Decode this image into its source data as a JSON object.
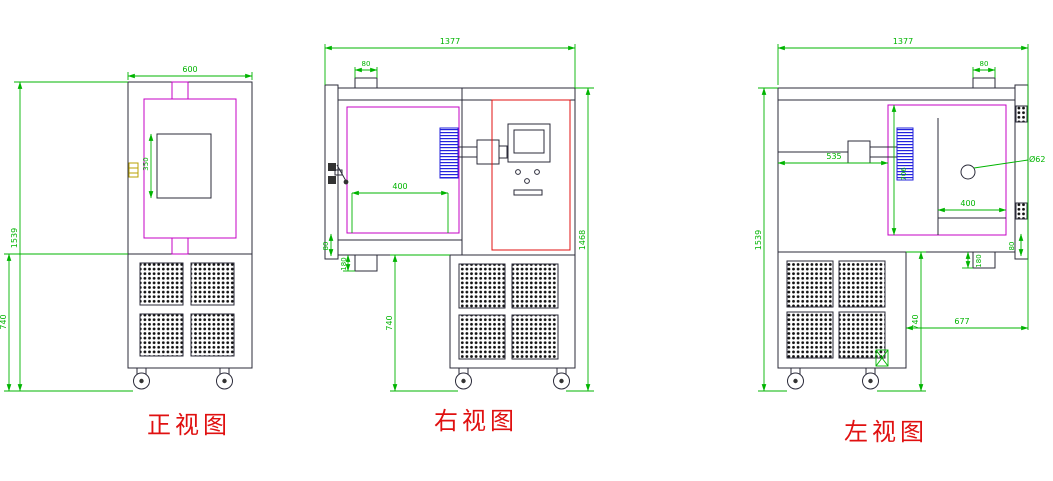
{
  "drawing": {
    "colors": {
      "outline": "#2b2b3a",
      "dimension_green": "#00b400",
      "liner_magenta": "#c400c4",
      "panel_red": "#e01010",
      "coil_blue": "#2222dd",
      "label_red": "#e01010",
      "accent_yellow": "#b8a000"
    },
    "views": [
      {
        "name": "front",
        "label": "正视图",
        "dimensions": {
          "width": "600",
          "total_height": "1539",
          "lower_height": "740",
          "window_height": "350"
        }
      },
      {
        "name": "right-side",
        "label": "右视图",
        "dimensions": {
          "total_width": "1377",
          "duct_top": "80",
          "door_edge": "80",
          "inner_width": "400",
          "duct_bottom": "180",
          "total_height": "1468",
          "lower_height": "740"
        }
      },
      {
        "name": "left-side",
        "label": "左视图",
        "dimensions": {
          "total_width": "1377",
          "duct_top": "80",
          "shaft_offset": "535",
          "inner_height": "706",
          "port_diameter": "Ø62",
          "inner_width": "400",
          "door_edge": "80",
          "duct_bottom": "180",
          "total_height": "1539",
          "lower_height": "740",
          "base_width": "677"
        }
      }
    ]
  }
}
